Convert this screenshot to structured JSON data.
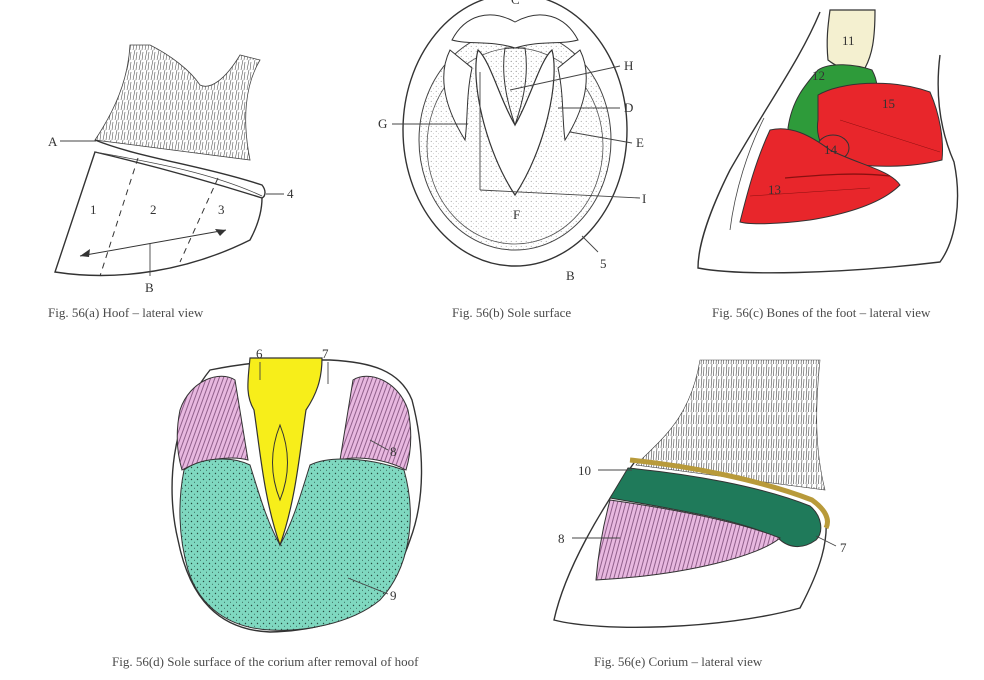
{
  "figures": [
    {
      "id": "a",
      "caption": "Fig. 56(a) Hoof – lateral view",
      "labels": [
        "A",
        "B",
        "1",
        "2",
        "3",
        "4"
      ]
    },
    {
      "id": "b",
      "caption": "Fig. 56(b) Sole surface",
      "labels": [
        "C",
        "H",
        "D",
        "G",
        "E",
        "I",
        "F",
        "5",
        "B"
      ]
    },
    {
      "id": "c",
      "caption": "Fig. 56(c) Bones of the foot – lateral view",
      "labels": [
        "11",
        "12",
        "15",
        "14",
        "13"
      ]
    },
    {
      "id": "d",
      "caption": "Fig. 56(d) Sole surface of the corium after removal of hoof",
      "labels": [
        "6",
        "7",
        "8",
        "9"
      ]
    },
    {
      "id": "e",
      "caption": "Fig. 56(e) Corium – lateral view",
      "labels": [
        "10",
        "8",
        "7"
      ]
    }
  ],
  "colors": {
    "bone_red": "#e8262b",
    "bone_green": "#2e9b3a",
    "bone_cream": "#f4f0d0",
    "frog_yellow": "#f7ee1a",
    "laminae_pink": "#e8b8e0",
    "sole_teal": "#7fd8c0",
    "band_green": "#1f7a5a",
    "band_gold": "#b89a3a"
  }
}
